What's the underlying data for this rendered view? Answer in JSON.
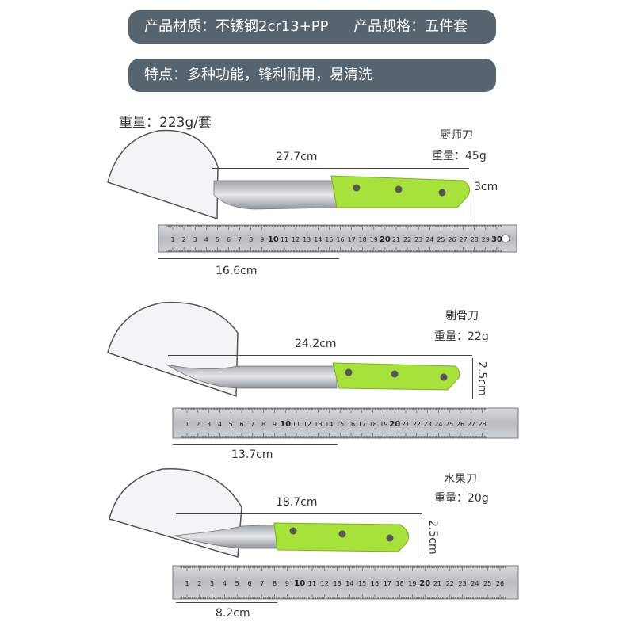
{
  "banner": {
    "material": "产品材质：不锈钢2cr13+PP",
    "spec": "产品规格：五件套",
    "features": "特点：多种功能，锋利耐用，易清洗"
  },
  "total_weight": "重量：223g/套",
  "knives": [
    {
      "name": "厨师刀",
      "weight": "重量：45g",
      "length": "27.7cm",
      "height": "3cm",
      "blade": "16.6cm",
      "ruler_max": 30
    },
    {
      "name": "剔骨刀",
      "weight": "重量：22g",
      "length": "24.2cm",
      "height": "2.5cm",
      "blade": "13.7cm",
      "ruler_max": 28
    },
    {
      "name": "水果刀",
      "weight": "重量：20g",
      "length": "18.7cm",
      "height": "2.5cm",
      "blade": "8.2cm",
      "ruler_max": 26
    }
  ],
  "colors": {
    "banner": "#566470",
    "handle": "#a6e23a",
    "blade": "#c9ccd0",
    "ruler": "#bfc2c5"
  }
}
